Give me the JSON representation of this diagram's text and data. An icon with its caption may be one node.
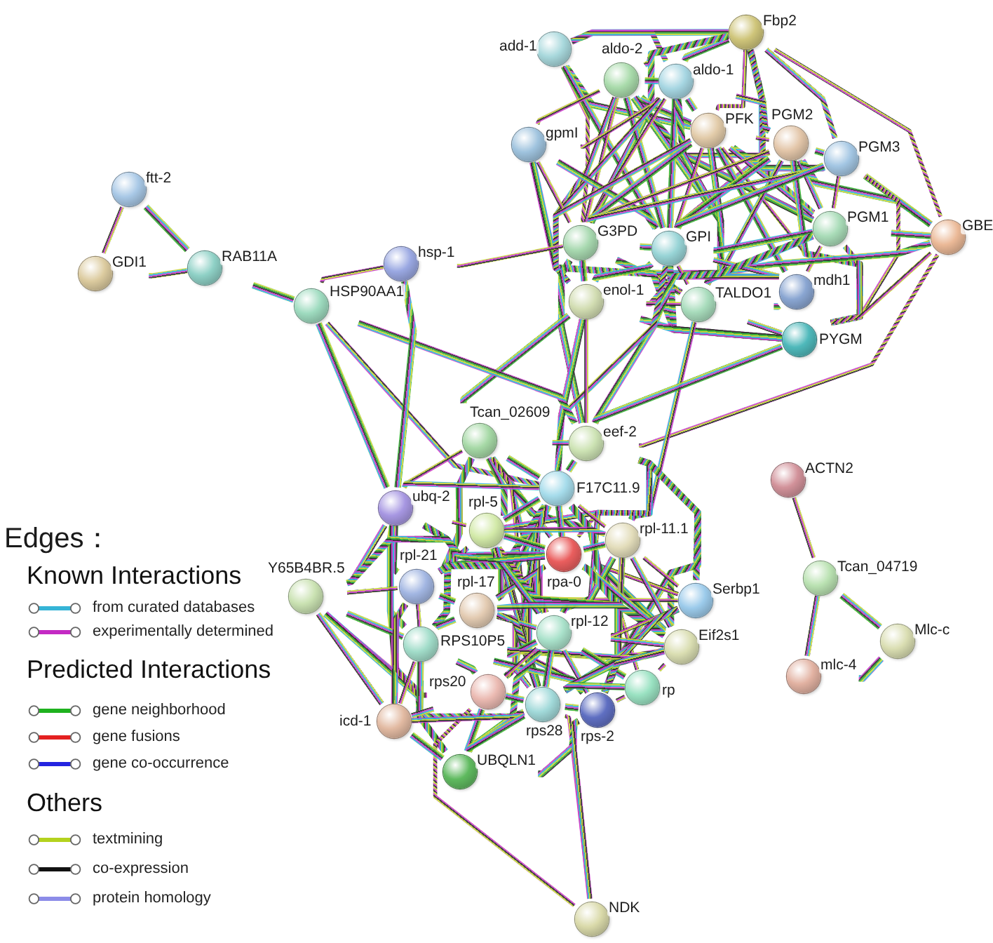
{
  "diagram": {
    "nodes": [
      {
        "text": [
          "add-1"
        ]
      },
      {
        "text": [
          "Fbp2"
        ]
      },
      {
        "text": [
          "aldo-2"
        ]
      },
      {
        "text": [
          "aldo-1"
        ]
      },
      {
        "text": [
          "gpmI"
        ]
      },
      {
        "text": [
          "PFK"
        ]
      },
      {
        "text": [
          "PGM2"
        ]
      },
      {
        "text": [
          "PGM3"
        ]
      },
      {
        "text": [
          "PGM1"
        ]
      },
      {
        "text": [
          "GBE"
        ]
      },
      {
        "text": [
          "G3PD"
        ]
      },
      {
        "text": [
          "GPI"
        ]
      },
      {
        "text": [
          "mdh1"
        ]
      },
      {
        "text": [
          "enol-1"
        ]
      },
      {
        "text": [
          "TALDO1"
        ]
      },
      {
        "text": [
          "PYGM"
        ]
      },
      {
        "text": [
          "ftt-2"
        ]
      },
      {
        "text": [
          "GDI1"
        ]
      },
      {
        "text": [
          "RAB11A"
        ]
      },
      {
        "text": [
          "HSP90AA1"
        ]
      },
      {
        "text": [
          "hsp-1"
        ]
      },
      {
        "text": [
          "Tcan_02609"
        ]
      },
      {
        "text": [
          "eef-2"
        ]
      },
      {
        "text": [
          "F17C11.9"
        ]
      },
      {
        "text": [
          "ubq-2"
        ]
      },
      {
        "text": [
          "rpl-5"
        ]
      },
      {
        "text": [
          "rpl-11.1"
        ]
      },
      {
        "text": [
          "rpa-0"
        ]
      },
      {
        "text": [
          "Y65B4BR.5"
        ]
      },
      {
        "text": [
          "rpl-21"
        ]
      },
      {
        "text": [
          "rpl-17"
        ]
      },
      {
        "text": [
          "Serbp1"
        ]
      },
      {
        "text": [
          "RPS10P5"
        ]
      },
      {
        "text": [
          "rpl-12"
        ]
      },
      {
        "text": [
          "Eif2s1"
        ]
      },
      {
        "text": [
          "rp"
        ]
      },
      {
        "text": [
          "rps20"
        ]
      },
      {
        "text": [
          "rps28"
        ]
      },
      {
        "text": [
          "rps-2"
        ]
      },
      {
        "text": [
          "icd-1"
        ]
      },
      {
        "text": [
          "UBQLN1"
        ]
      },
      {
        "text": [
          "NDK"
        ]
      },
      {
        "text": [
          "ACTN2"
        ]
      },
      {
        "text": [
          "Tcan_04719"
        ]
      },
      {
        "text": [
          "Mlc-c"
        ]
      },
      {
        "text": [
          "mlc-4"
        ]
      }
    ],
    "edges": [
      {
        "from": 0,
        "to": 1,
        "arrow": "none"
      },
      {
        "from": 0,
        "to": 3,
        "arrow": "none"
      },
      {
        "from": 0,
        "to": 5,
        "arrow": "none"
      },
      {
        "from": 0,
        "to": 10,
        "arrow": "none"
      },
      {
        "from": 0,
        "to": 11,
        "arrow": "none"
      },
      {
        "from": 1,
        "to": 2,
        "arrow": "none"
      },
      {
        "from": 1,
        "to": 3,
        "arrow": "none"
      },
      {
        "from": 1,
        "to": 5,
        "arrow": "none"
      },
      {
        "from": 1,
        "to": 6,
        "arrow": "none"
      },
      {
        "from": 1,
        "to": 7,
        "arrow": "none"
      },
      {
        "from": 1,
        "to": 8,
        "arrow": "none"
      },
      {
        "from": 1,
        "to": 9,
        "arrow": "none"
      },
      {
        "from": 1,
        "to": 10,
        "arrow": "none"
      },
      {
        "from": 1,
        "to": 11,
        "arrow": "none"
      },
      {
        "from": 2,
        "to": 3,
        "arrow": "none"
      },
      {
        "from": 2,
        "to": 4,
        "arrow": "none"
      },
      {
        "from": 2,
        "to": 5,
        "arrow": "none"
      },
      {
        "from": 2,
        "to": 6,
        "arrow": "none"
      },
      {
        "from": 2,
        "to": 8,
        "arrow": "none"
      },
      {
        "from": 2,
        "to": 10,
        "arrow": "none"
      },
      {
        "from": 2,
        "to": 11,
        "arrow": "none"
      },
      {
        "from": 2,
        "to": 13,
        "arrow": "none"
      },
      {
        "from": 2,
        "to": 14,
        "arrow": "none"
      },
      {
        "from": 3,
        "to": 4,
        "arrow": "none"
      },
      {
        "from": 3,
        "to": 5,
        "arrow": "none"
      },
      {
        "from": 3,
        "to": 6,
        "arrow": "none"
      },
      {
        "from": 3,
        "to": 8,
        "arrow": "none"
      },
      {
        "from": 3,
        "to": 10,
        "arrow": "none"
      },
      {
        "from": 3,
        "to": 11,
        "arrow": "none"
      },
      {
        "from": 3,
        "to": 13,
        "arrow": "none"
      },
      {
        "from": 3,
        "to": 14,
        "arrow": "none"
      },
      {
        "from": 4,
        "to": 10,
        "arrow": "none"
      },
      {
        "from": 4,
        "to": 11,
        "arrow": "none"
      },
      {
        "from": 4,
        "to": 13,
        "arrow": "none"
      },
      {
        "from": 4,
        "to": 14,
        "arrow": "none"
      },
      {
        "from": 5,
        "to": 6,
        "arrow": "none"
      },
      {
        "from": 5,
        "to": 7,
        "arrow": "none"
      },
      {
        "from": 5,
        "to": 8,
        "arrow": "none"
      },
      {
        "from": 5,
        "to": 10,
        "arrow": "none"
      },
      {
        "from": 5,
        "to": 11,
        "arrow": "none"
      },
      {
        "from": 5,
        "to": 12,
        "arrow": "none"
      },
      {
        "from": 5,
        "to": 13,
        "arrow": "none"
      },
      {
        "from": 5,
        "to": 14,
        "arrow": "none"
      },
      {
        "from": 5,
        "to": 15,
        "arrow": "none"
      },
      {
        "from": 6,
        "to": 7,
        "arrow": "none"
      },
      {
        "from": 6,
        "to": 8,
        "arrow": "none"
      },
      {
        "from": 6,
        "to": 9,
        "arrow": "none"
      },
      {
        "from": 6,
        "to": 10,
        "arrow": "none"
      },
      {
        "from": 6,
        "to": 11,
        "arrow": "none"
      },
      {
        "from": 6,
        "to": 14,
        "arrow": "none"
      },
      {
        "from": 6,
        "to": 15,
        "arrow": "none"
      },
      {
        "from": 7,
        "to": 8,
        "arrow": "none"
      },
      {
        "from": 7,
        "to": 9,
        "arrow": "none"
      },
      {
        "from": 7,
        "to": 10,
        "arrow": "none"
      },
      {
        "from": 7,
        "to": 11,
        "arrow": "none"
      },
      {
        "from": 7,
        "to": 15,
        "arrow": "none"
      },
      {
        "from": 8,
        "to": 9,
        "arrow": "none"
      },
      {
        "from": 8,
        "to": 10,
        "arrow": "none"
      },
      {
        "from": 8,
        "to": 11,
        "arrow": "none"
      },
      {
        "from": 8,
        "to": 12,
        "arrow": "none"
      },
      {
        "from": 8,
        "to": 14,
        "arrow": "none"
      },
      {
        "from": 8,
        "to": 15,
        "arrow": "none"
      },
      {
        "from": 9,
        "to": 10,
        "arrow": "none"
      },
      {
        "from": 9,
        "to": 15,
        "arrow": "none"
      },
      {
        "from": 10,
        "to": 11,
        "arrow": "none"
      },
      {
        "from": 10,
        "to": 12,
        "arrow": "none"
      },
      {
        "from": 10,
        "to": 13,
        "arrow": "none"
      },
      {
        "from": 10,
        "to": 14,
        "arrow": "none"
      },
      {
        "from": 10,
        "to": 15,
        "arrow": "none"
      },
      {
        "from": 11,
        "to": 12,
        "arrow": "none"
      },
      {
        "from": 11,
        "to": 13,
        "arrow": "none"
      },
      {
        "from": 11,
        "to": 14,
        "arrow": "none"
      },
      {
        "from": 11,
        "to": 15,
        "arrow": "none"
      },
      {
        "from": 12,
        "to": 13,
        "arrow": "none"
      },
      {
        "from": 12,
        "to": 14,
        "arrow": "none"
      },
      {
        "from": 13,
        "to": 14,
        "arrow": "none"
      },
      {
        "from": 13,
        "to": 15,
        "arrow": "none"
      },
      {
        "from": 14,
        "to": 15,
        "arrow": "none"
      },
      {
        "from": 8,
        "to": 22,
        "arrow": "none"
      },
      {
        "from": 9,
        "to": 22,
        "arrow": "none"
      },
      {
        "from": 10,
        "to": 22,
        "arrow": "none"
      },
      {
        "from": 11,
        "to": 23,
        "arrow": "none"
      },
      {
        "from": 13,
        "to": 21,
        "arrow": "none"
      },
      {
        "from": 13,
        "to": 22,
        "arrow": "none"
      },
      {
        "from": 13,
        "to": 23,
        "arrow": "none"
      },
      {
        "from": 14,
        "to": 26,
        "arrow": "none"
      },
      {
        "from": 15,
        "to": 22,
        "arrow": "none"
      },
      {
        "from": 16,
        "to": 17,
        "arrow": "none"
      },
      {
        "from": 16,
        "to": 18,
        "arrow": "none"
      },
      {
        "from": 17,
        "to": 18,
        "arrow": "none"
      },
      {
        "from": 18,
        "to": 19,
        "arrow": "none"
      },
      {
        "from": 19,
        "to": 20,
        "arrow": "none"
      },
      {
        "from": 19,
        "to": 22,
        "arrow": "none"
      },
      {
        "from": 19,
        "to": 23,
        "arrow": "none"
      },
      {
        "from": 19,
        "to": 24,
        "arrow": "none"
      },
      {
        "from": 20,
        "to": 10,
        "arrow": "none"
      },
      {
        "from": 20,
        "to": 24,
        "arrow": "none"
      },
      {
        "from": 21,
        "to": 22,
        "arrow": "none"
      },
      {
        "from": 21,
        "to": 23,
        "arrow": "none"
      },
      {
        "from": 21,
        "to": 24,
        "arrow": "none"
      },
      {
        "from": 21,
        "to": 25,
        "arrow": "none"
      },
      {
        "from": 21,
        "to": 27,
        "arrow": "none"
      },
      {
        "from": 21,
        "to": 29,
        "arrow": "none"
      },
      {
        "from": 21,
        "to": 31,
        "arrow": "none"
      },
      {
        "from": 21,
        "to": 32,
        "arrow": "none"
      },
      {
        "from": 21,
        "to": 33,
        "arrow": "none"
      },
      {
        "from": 21,
        "to": 34,
        "arrow": "none"
      },
      {
        "from": 21,
        "to": 37,
        "arrow": "none"
      },
      {
        "from": 22,
        "to": 23,
        "arrow": "none"
      },
      {
        "from": 22,
        "to": 25,
        "arrow": "none"
      },
      {
        "from": 22,
        "to": 26,
        "arrow": "none"
      },
      {
        "from": 22,
        "to": 27,
        "arrow": "none"
      },
      {
        "from": 22,
        "to": 31,
        "arrow": "none"
      },
      {
        "from": 22,
        "to": 33,
        "arrow": "none"
      },
      {
        "from": 22,
        "to": 34,
        "arrow": "none"
      },
      {
        "from": 22,
        "to": 37,
        "arrow": "none"
      },
      {
        "from": 22,
        "to": 38,
        "arrow": "none"
      },
      {
        "from": 23,
        "to": 24,
        "arrow": "none"
      },
      {
        "from": 23,
        "to": 25,
        "arrow": "none"
      },
      {
        "from": 23,
        "to": 26,
        "arrow": "none"
      },
      {
        "from": 23,
        "to": 27,
        "arrow": "none"
      },
      {
        "from": 23,
        "to": 29,
        "arrow": "none"
      },
      {
        "from": 23,
        "to": 30,
        "arrow": "none"
      },
      {
        "from": 23,
        "to": 31,
        "arrow": "none"
      },
      {
        "from": 23,
        "to": 32,
        "arrow": "none"
      },
      {
        "from": 23,
        "to": 33,
        "arrow": "none"
      },
      {
        "from": 23,
        "to": 34,
        "arrow": "none"
      },
      {
        "from": 23,
        "to": 35,
        "arrow": "none"
      },
      {
        "from": 23,
        "to": 36,
        "arrow": "none"
      },
      {
        "from": 23,
        "to": 37,
        "arrow": "none"
      },
      {
        "from": 23,
        "to": 38,
        "arrow": "none"
      },
      {
        "from": 24,
        "to": 25,
        "arrow": "none"
      },
      {
        "from": 24,
        "to": 27,
        "arrow": "none"
      },
      {
        "from": 24,
        "to": 28,
        "arrow": "none"
      },
      {
        "from": 24,
        "to": 29,
        "arrow": "none"
      },
      {
        "from": 24,
        "to": 31,
        "arrow": "none"
      },
      {
        "from": 24,
        "to": 32,
        "arrow": "none"
      },
      {
        "from": 24,
        "to": 33,
        "arrow": "none"
      },
      {
        "from": 24,
        "to": 37,
        "arrow": "none"
      },
      {
        "from": 24,
        "to": 39,
        "arrow": "none"
      },
      {
        "from": 24,
        "to": 40,
        "arrow": "none"
      },
      {
        "from": 25,
        "to": 26,
        "arrow": "none"
      },
      {
        "from": 25,
        "to": 27,
        "arrow": "none"
      },
      {
        "from": 25,
        "to": 29,
        "arrow": "none"
      },
      {
        "from": 25,
        "to": 30,
        "arrow": "none"
      },
      {
        "from": 25,
        "to": 32,
        "arrow": "none"
      },
      {
        "from": 25,
        "to": 33,
        "arrow": "none"
      },
      {
        "from": 25,
        "to": 34,
        "arrow": "none"
      },
      {
        "from": 25,
        "to": 37,
        "arrow": "none"
      },
      {
        "from": 25,
        "to": 38,
        "arrow": "none"
      },
      {
        "from": 26,
        "to": 27,
        "arrow": "none"
      },
      {
        "from": 26,
        "to": 31,
        "arrow": "none"
      },
      {
        "from": 26,
        "to": 33,
        "arrow": "none"
      },
      {
        "from": 26,
        "to": 34,
        "arrow": "none"
      },
      {
        "from": 26,
        "to": 37,
        "arrow": "none"
      },
      {
        "from": 26,
        "to": 38,
        "arrow": "none"
      },
      {
        "from": 27,
        "to": 29,
        "arrow": "none"
      },
      {
        "from": 27,
        "to": 30,
        "arrow": "none"
      },
      {
        "from": 27,
        "to": 32,
        "arrow": "none"
      },
      {
        "from": 27,
        "to": 33,
        "arrow": "none"
      },
      {
        "from": 27,
        "to": 34,
        "arrow": "none"
      },
      {
        "from": 27,
        "to": 37,
        "arrow": "none"
      },
      {
        "from": 27,
        "to": 38,
        "arrow": "none"
      },
      {
        "from": 28,
        "to": 29,
        "arrow": "none"
      },
      {
        "from": 28,
        "to": 32,
        "arrow": "none"
      },
      {
        "from": 28,
        "to": 33,
        "arrow": "none"
      },
      {
        "from": 28,
        "to": 34,
        "arrow": "none"
      },
      {
        "from": 28,
        "to": 36,
        "arrow": "none"
      },
      {
        "from": 28,
        "to": 37,
        "arrow": "none"
      },
      {
        "from": 28,
        "to": 39,
        "arrow": "none"
      },
      {
        "from": 29,
        "to": 30,
        "arrow": "none"
      },
      {
        "from": 29,
        "to": 32,
        "arrow": "none"
      },
      {
        "from": 29,
        "to": 33,
        "arrow": "none"
      },
      {
        "from": 29,
        "to": 36,
        "arrow": "none"
      },
      {
        "from": 29,
        "to": 39,
        "arrow": "none"
      },
      {
        "from": 29,
        "to": 40,
        "arrow": "none"
      },
      {
        "from": 30,
        "to": 32,
        "arrow": "none"
      },
      {
        "from": 30,
        "to": 33,
        "arrow": "none"
      },
      {
        "from": 30,
        "to": 34,
        "arrow": "none"
      },
      {
        "from": 30,
        "to": 36,
        "arrow": "none"
      },
      {
        "from": 30,
        "to": 37,
        "arrow": "none"
      },
      {
        "from": 30,
        "to": 38,
        "arrow": "none"
      },
      {
        "from": 31,
        "to": 32,
        "arrow": "none"
      },
      {
        "from": 31,
        "to": 33,
        "arrow": "none"
      },
      {
        "from": 31,
        "to": 37,
        "arrow": "none"
      },
      {
        "from": 31,
        "to": 38,
        "arrow": "none"
      },
      {
        "from": 32,
        "to": 33,
        "arrow": "none"
      },
      {
        "from": 32,
        "to": 34,
        "arrow": "none"
      },
      {
        "from": 32,
        "to": 36,
        "arrow": "none"
      },
      {
        "from": 32,
        "to": 37,
        "arrow": "none"
      },
      {
        "from": 32,
        "to": 38,
        "arrow": "none"
      },
      {
        "from": 32,
        "to": 39,
        "arrow": "none"
      },
      {
        "from": 32,
        "to": 40,
        "arrow": "none"
      },
      {
        "from": 33,
        "to": 34,
        "arrow": "none"
      },
      {
        "from": 33,
        "to": 35,
        "arrow": "none"
      },
      {
        "from": 33,
        "to": 36,
        "arrow": "none"
      },
      {
        "from": 33,
        "to": 37,
        "arrow": "none"
      },
      {
        "from": 33,
        "to": 38,
        "arrow": "none"
      },
      {
        "from": 33,
        "to": 40,
        "arrow": "none"
      },
      {
        "from": 34,
        "to": 35,
        "arrow": "none"
      },
      {
        "from": 34,
        "to": 37,
        "arrow": "none"
      },
      {
        "from": 34,
        "to": 38,
        "arrow": "none"
      },
      {
        "from": 35,
        "to": 37,
        "arrow": "none"
      },
      {
        "from": 35,
        "to": 38,
        "arrow": "none"
      },
      {
        "from": 36,
        "to": 37,
        "arrow": "none"
      },
      {
        "from": 36,
        "to": 39,
        "arrow": "none"
      },
      {
        "from": 36,
        "to": 40,
        "arrow": "none"
      },
      {
        "from": 36,
        "to": 41,
        "arrow": "none"
      },
      {
        "from": 37,
        "to": 38,
        "arrow": "none"
      },
      {
        "from": 37,
        "to": 39,
        "arrow": "none"
      },
      {
        "from": 37,
        "to": 40,
        "arrow": "none"
      },
      {
        "from": 37,
        "to": 41,
        "arrow": "none"
      },
      {
        "from": 38,
        "to": 40,
        "arrow": "none"
      },
      {
        "from": 38,
        "to": 41,
        "arrow": "none"
      },
      {
        "from": 39,
        "to": 40,
        "arrow": "none"
      },
      {
        "from": 42,
        "to": 43,
        "arrow": "none"
      },
      {
        "from": 43,
        "to": 44,
        "arrow": "none"
      },
      {
        "from": 43,
        "to": 45,
        "arrow": "none"
      },
      {
        "from": 44,
        "to": 45,
        "arrow": "none"
      }
    ],
    "labels": [
      "Edges：",
      "Known Interactions",
      "Predicted Interactions",
      "Others"
    ],
    "legend": [
      {
        "text": "from curated databases",
        "color": "#35b4d6"
      },
      {
        "text": "experimentally determined",
        "color": "#c42ac4"
      },
      {
        "text": "gene neighborhood",
        "color": "#1fb21f"
      },
      {
        "text": "gene fusions",
        "color": "#e42020"
      },
      {
        "text": "gene co-occurrence",
        "color": "#2424e0"
      },
      {
        "text": "textmining",
        "color": "#b4d21e"
      },
      {
        "text": "co-expression",
        "color": "#111111"
      },
      {
        "text": "protein homology",
        "color": "#8c8ce8"
      }
    ]
  }
}
